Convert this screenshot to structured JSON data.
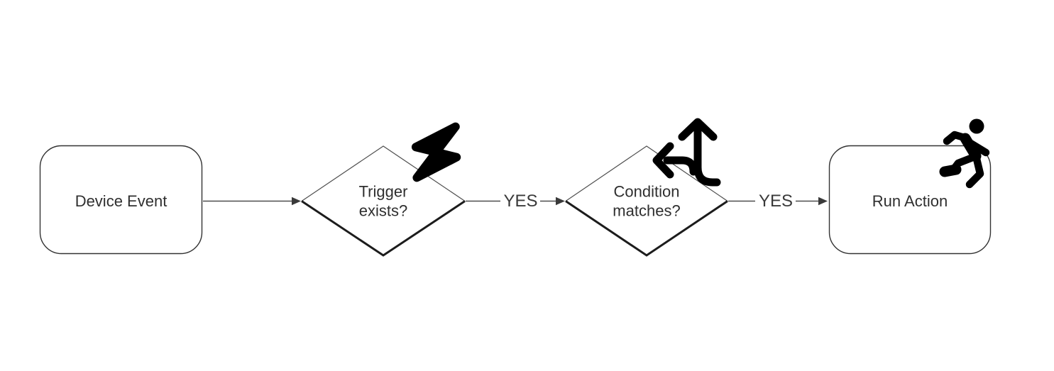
{
  "diagram": {
    "title": "device-automation-flowchart",
    "background": "#ffffff",
    "colors": {
      "node_fill": "#ffffff",
      "node_stroke": "#333333",
      "diamond_shadow_stroke": "#1c1c1c",
      "connector": "#4d4d4d",
      "text": "#2f2f2f",
      "icon": "#000000"
    },
    "nodes": [
      {
        "id": "device-event",
        "type": "process",
        "shape": "rounded-rectangle",
        "label": "Device Event",
        "lines": [
          "Device Event"
        ],
        "icon": null
      },
      {
        "id": "trigger-exists",
        "type": "decision",
        "shape": "diamond",
        "label": "Trigger exists?",
        "lines": [
          "Trigger",
          "exists?"
        ],
        "icon": "lightning-bolt"
      },
      {
        "id": "condition-matches",
        "type": "decision",
        "shape": "diamond",
        "label": "Condition matches?",
        "lines": [
          "Condition",
          "matches?"
        ],
        "icon": "split-arrows-up-left"
      },
      {
        "id": "run-action",
        "type": "process",
        "shape": "rounded-rectangle",
        "label": "Run Action",
        "lines": [
          "Run Action"
        ],
        "icon": "person-running"
      }
    ],
    "edges": [
      {
        "from": "device-event",
        "to": "trigger-exists",
        "label": ""
      },
      {
        "from": "trigger-exists",
        "to": "condition-matches",
        "label": "YES"
      },
      {
        "from": "condition-matches",
        "to": "run-action",
        "label": "YES"
      }
    ]
  }
}
